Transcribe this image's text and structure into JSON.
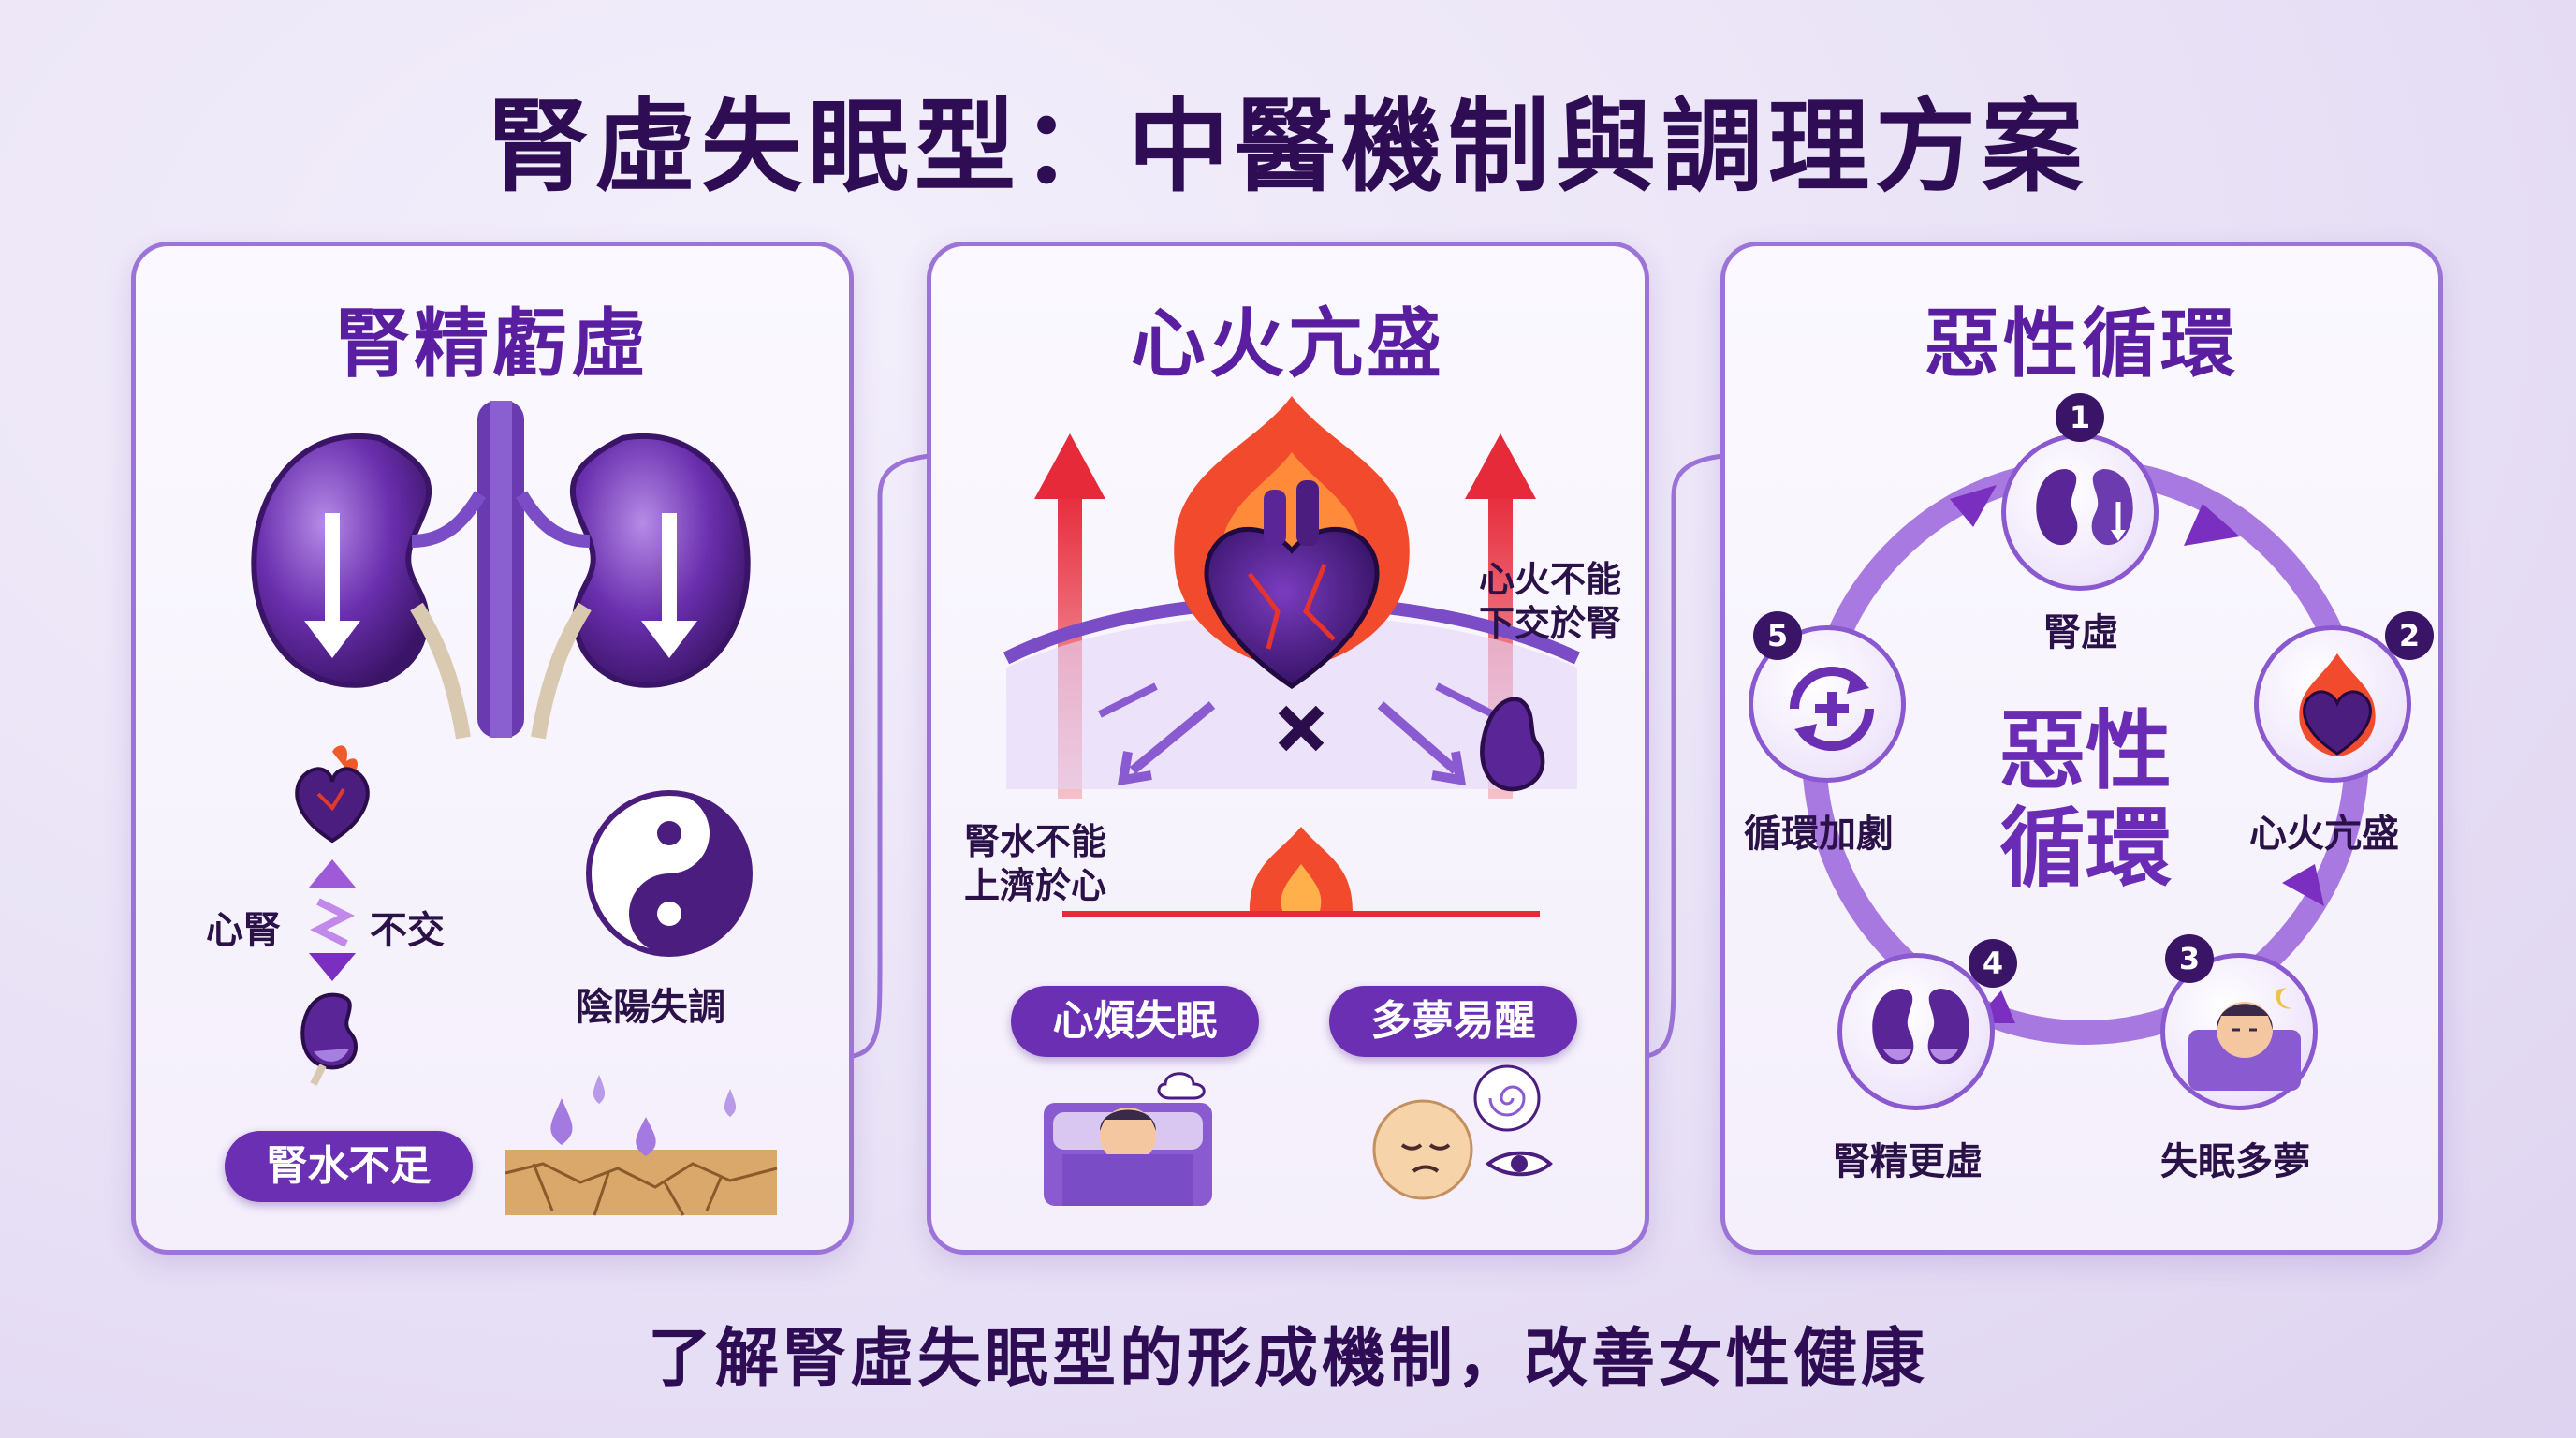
{
  "title": "腎虛失眠型：中醫機制與調理方案",
  "footer": "了解腎虛失眠型的形成機制，改善女性健康",
  "panels": {
    "p1": {
      "title": "腎精虧虛",
      "heart_kidney_left": "心腎",
      "heart_kidney_right": "不交",
      "yin_yang": "陰陽失調",
      "pill": "腎水不足"
    },
    "p2": {
      "title": "心火亢盛",
      "right_note_1": "心火不能",
      "right_note_2": "下交於腎",
      "left_note_1": "腎水不能",
      "left_note_2": "上濟於心",
      "pill_left": "心煩失眠",
      "pill_right": "多夢易醒"
    },
    "p3": {
      "title": "惡性循環",
      "center_1": "惡性",
      "center_2": "循環",
      "steps": [
        {
          "num": "1",
          "label": "腎虛"
        },
        {
          "num": "2",
          "label": "心火亢盛"
        },
        {
          "num": "3",
          "label": "失眠多夢"
        },
        {
          "num": "4",
          "label": "腎精更虛"
        },
        {
          "num": "5",
          "label": "循環加劇"
        }
      ]
    }
  },
  "colors": {
    "accent": "#6b2fb3",
    "title": "#2e0d54",
    "fire": "#e8402a",
    "border": "#9c73d6"
  }
}
